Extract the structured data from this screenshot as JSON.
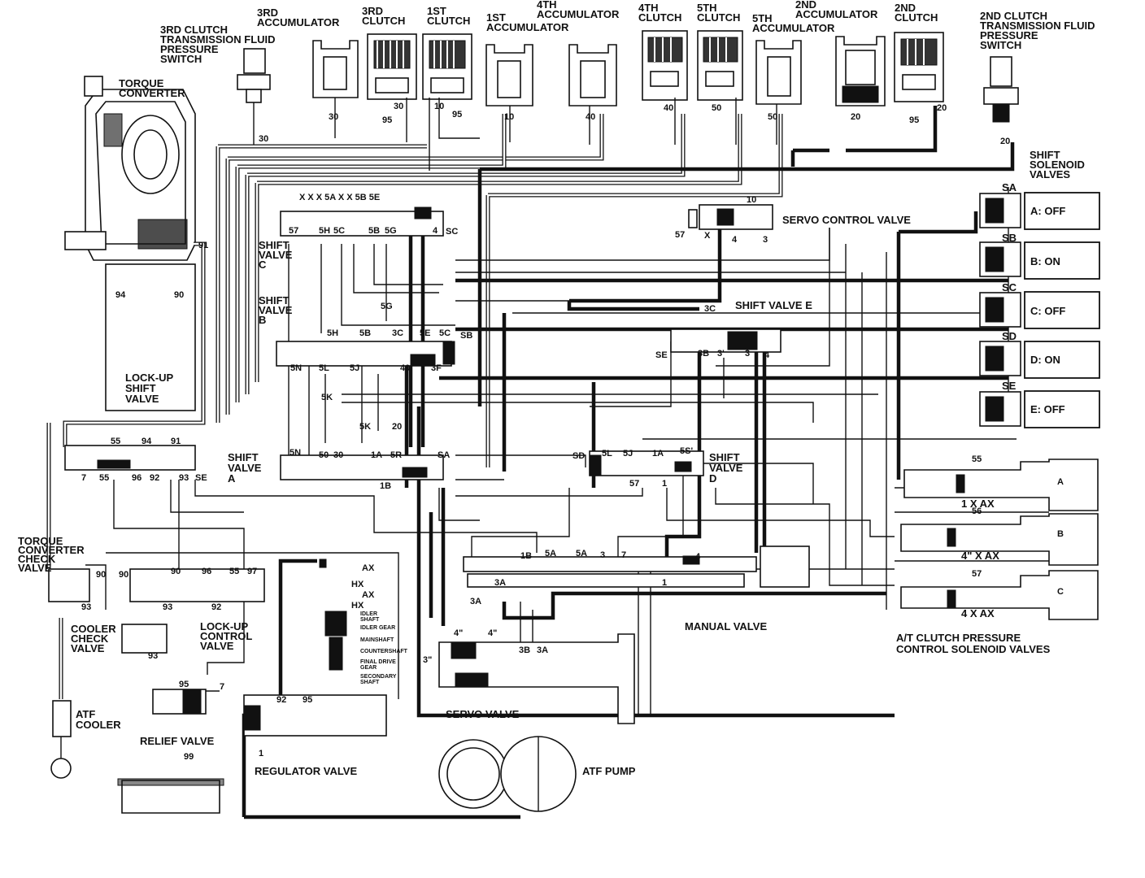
{
  "components": {
    "clutch3_switch": "3RD CLUTCH\nTRANSMISSION FLUID\nPRESSURE\nSWITCH",
    "acc3": "3RD\nACCUMULATOR",
    "clutch3": "3RD\nCLUTCH",
    "clutch1": "1ST\nCLUTCH",
    "acc1": "1ST\nACCUMULATOR",
    "acc4": "4TH\nACCUMULATOR",
    "clutch4": "4TH\nCLUTCH",
    "clutch5": "5TH\nCLUTCH",
    "acc5": "5TH\nACCUMULATOR",
    "acc2": "2ND\nACCUMULATOR",
    "clutch2": "2ND\nCLUTCH",
    "clutch2_switch": "2ND CLUTCH\nTRANSMISSION FLUID\nPRESSURE\nSWITCH",
    "torque_converter": "TORQUE\nCONVERTER",
    "shift_solenoid_valves": "SHIFT\nSOLENOID\nVALVES",
    "servo_control_valve": "SERVO CONTROL VALVE",
    "shift_valve_c": "SHIFT\nVALVE\nC",
    "shift_valve_b": "SHIFT\nVALVE\nB",
    "shift_valve_e": "SHIFT VALVE E",
    "lockup_shift_valve": "LOCK-UP\nSHIFT\nVALVE",
    "shift_valve_a": "SHIFT\nVALVE\nA",
    "shift_valve_d": "SHIFT\nVALVE\nD",
    "tc_check_valve": "TORQUE\nCONVERTER\nCHECK\nVALVE",
    "cooler_check_valve": "COOLER\nCHECK\nVALVE",
    "lockup_control_valve": "LOCK-UP\nCONTROL\nVALVE",
    "manual_valve": "MANUAL VALVE",
    "pressure_control_solenoids": "A/T CLUTCH PRESSURE\nCONTROL SOLENOID VALVES",
    "atf_cooler": "ATF\nCOOLER",
    "relief_valve": "RELIEF VALVE",
    "regulator_valve": "REGULATOR VALVE",
    "servo_valve": "SERVO VALVE",
    "atf_pump": "ATF PUMP"
  },
  "solenoids": [
    {
      "id": "SA",
      "state": "A: OFF"
    },
    {
      "id": "SB",
      "state": "B: ON"
    },
    {
      "id": "SC",
      "state": "C: OFF"
    },
    {
      "id": "SD",
      "state": "D: ON"
    },
    {
      "id": "SE",
      "state": "E: OFF"
    }
  ],
  "pressure_solenoids": [
    {
      "id": "A",
      "port": "55",
      "marks": "1  X AX"
    },
    {
      "id": "B",
      "port": "56",
      "marks": "4\"  X AX"
    },
    {
      "id": "C",
      "port": "57",
      "marks": "4  X AX"
    }
  ],
  "shaft_labels": [
    "AX",
    "HX",
    "AX",
    "HX",
    "IDLER\nSHAFT",
    "IDLER GEAR",
    "MAINSHAFT",
    "COUNTERSHAFT",
    "FINAL DRIVE\nGEAR",
    "SECONDARY\nSHAFT"
  ],
  "port_labels": {
    "clutch3_switch": "30",
    "acc3": "30",
    "clutch3_a": "95",
    "clutch3_b": "30",
    "clutch1_a": "10",
    "clutch1_b": "95",
    "acc1": "10",
    "acc4": "40",
    "clutch4": "40",
    "clutch5": "50",
    "acc5": "50",
    "acc2": "20",
    "clutch2_a": "95",
    "clutch2_b": "20",
    "clutch2_switch": "20",
    "tc_a": "91",
    "tc_b": "94",
    "tc_c": "90",
    "servo_in": "10",
    "servo_57": "57",
    "servo_x": "X",
    "servo_4": "4",
    "servo_3": "3",
    "svc_57": "57",
    "svc_5h": "5H",
    "svc_5c": "5C",
    "svc_5b": "5B",
    "svc_5g": "5G",
    "svc_4": "4",
    "svc_sc": "SC",
    "svc_top": "X  X X  5A X X  5B 5E",
    "svb_5h": "5H",
    "svb_5b": "5B",
    "svb_3c": "3C",
    "svb_5e": "5E",
    "svb_5c": "5C",
    "svb_sb": "SB",
    "svb_5n": "5N",
    "svb_5l": "5L",
    "svb_5j": "5J",
    "svb_40": "40",
    "svb_3f": "3F",
    "svb_5g": "5G",
    "svb_5k": "5K",
    "sve_3c": "3C",
    "sve_se": "SE",
    "sve_3b": "3B",
    "sve_3p": "3'",
    "sve_3": "3",
    "sve_4": "4",
    "lsv_55": "55",
    "lsv_94": "94",
    "lsv_91": "91",
    "lsv_7": "7",
    "lsv_55b": "55",
    "lsv_96": "96",
    "lsv_92": "92",
    "lsv_93": "93",
    "lsv_se": "SE",
    "sva_5n": "5N",
    "sva_50": "50",
    "sva_30": "30",
    "sva_5k": "5K",
    "sva_20": "20",
    "sva_1a": "1A",
    "sva_5r": "5R",
    "sva_sa": "SA",
    "sva_1b": "1B",
    "svd_sd": "SD",
    "svd_5l": "5L",
    "svd_5j": "5J",
    "svd_1a": "1A",
    "svd_5s": "5S'",
    "svd_57": "57",
    "svd_1": "1",
    "mv_1b": "1B",
    "mv_5a": "5A",
    "mv_5a2": "5A",
    "mv_3": "3",
    "mv_7": "7",
    "mv_4": "4",
    "mv_3a": "3A",
    "mv_3a2": "3A",
    "mv_1": "1",
    "tccv_90": "90",
    "tccv_93": "93",
    "lcv_90a": "90",
    "lcv_90b": "90",
    "lcv_96": "96",
    "lcv_55": "55",
    "lcv_97": "97",
    "lcv_93": "93",
    "lcv_92": "92",
    "ccv_93": "93",
    "rv_95": "95",
    "rv_7": "7",
    "reg_92": "92",
    "reg_95": "95",
    "reg_1": "1",
    "sv_4pp": "4\"",
    "sv_4pp2": "4\"",
    "sv_3b": "3B",
    "sv_3a": "3A",
    "sv_3p": "3\"",
    "sump": "99"
  }
}
